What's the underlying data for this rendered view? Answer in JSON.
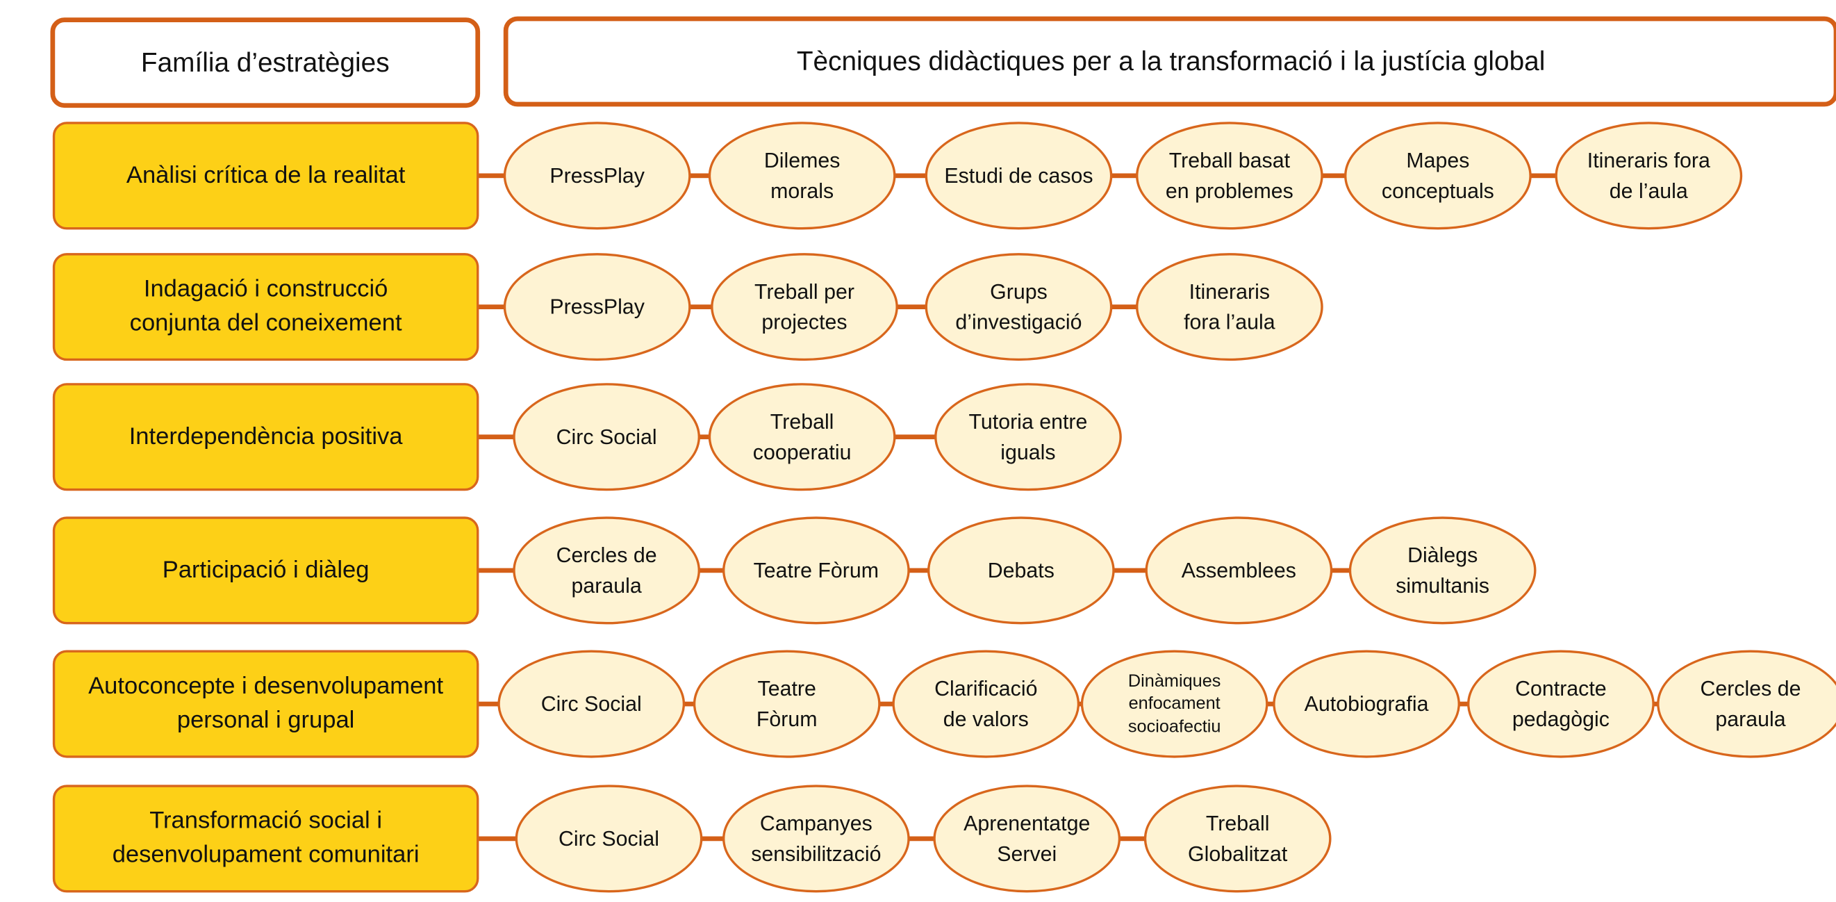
{
  "header": {
    "family_label": "Família d’estratègies",
    "techniques_label": "Tècniques didàctiques per a la transformació i la justícia global"
  },
  "colors": {
    "accent": "#d45f17",
    "family_fill": "#fdd017",
    "technique_fill": "#fef3d3"
  },
  "rows": [
    {
      "family": "Anàlisi crítica de la realitat",
      "techniques": [
        "PressPlay",
        "Dilemes\nmorals",
        "Estudi de casos",
        "Treball basat\nen problemes",
        "Mapes\nconceptuals",
        "Itineraris fora\nde l’aula"
      ]
    },
    {
      "family": "Indagació i construcció\nconjunta del coneixement",
      "techniques": [
        "PressPlay",
        "Treball per\nprojectes",
        "Grups\nd’investigació",
        "Itineraris\nfora l’aula"
      ]
    },
    {
      "family": "Interdependència positiva",
      "techniques": [
        "Circ Social",
        "Treball\ncooperatiu",
        "Tutoria entre\niguals"
      ]
    },
    {
      "family": "Participació i diàleg",
      "techniques": [
        "Cercles de\nparaula",
        "Teatre Fòrum",
        "Debats",
        "Assemblees",
        "Diàlegs\nsimultanis"
      ]
    },
    {
      "family": "Autoconcepte i desenvolupament\npersonal i grupal",
      "techniques": [
        "Circ Social",
        "Teatre\nFòrum",
        "Clarificació\nde valors",
        "Dinàmiques\nenfocament\nsocioafectiu",
        "Autobiografia",
        "Contracte\npedagògic",
        "Cercles de\nparaula"
      ]
    },
    {
      "family": "Transformació social i\ndesenvolupament comunitari",
      "techniques": [
        "Circ Social",
        "Campanyes\nsensibilització",
        "Aprenentatge\nServei",
        "Treball\nGlobalitzat"
      ]
    }
  ]
}
